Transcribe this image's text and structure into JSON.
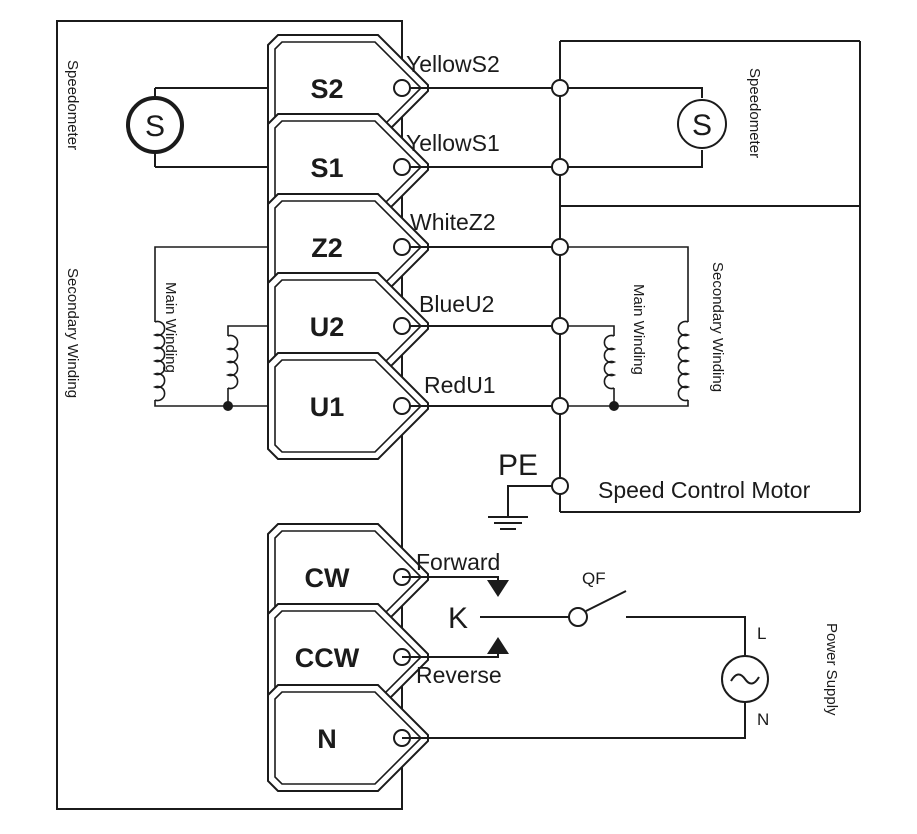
{
  "terminals": {
    "s2": "S2",
    "s1": "S1",
    "z2": "Z2",
    "u2": "U2",
    "u1": "U1",
    "cw": "CW",
    "ccw": "CCW",
    "n": "N"
  },
  "wires": {
    "s2": "YellowS2",
    "s1": "YellowS1",
    "z2": "WhiteZ2",
    "u2": "BlueU2",
    "u1": "RedU1"
  },
  "left": {
    "speedometer": "Speedometer",
    "secondary_winding": "Secondary Winding",
    "main_winding": "Main Winding",
    "speedometer_symbol": "S"
  },
  "right": {
    "speedometer": "Speedometer",
    "secondary_winding": "Secondary Winding",
    "main_winding": "Main Winding",
    "speedometer_symbol": "S",
    "motor": "Speed Control Motor"
  },
  "pe": "PE",
  "switch": {
    "k": "K",
    "forward": "Forward",
    "reverse": "Reverse",
    "qf": "QF"
  },
  "supply": {
    "label": "Power Supply",
    "l": "L",
    "n": "N",
    "symbol": "~"
  },
  "colors": {
    "line": "#1b1b1b",
    "background": "#ffffff"
  }
}
